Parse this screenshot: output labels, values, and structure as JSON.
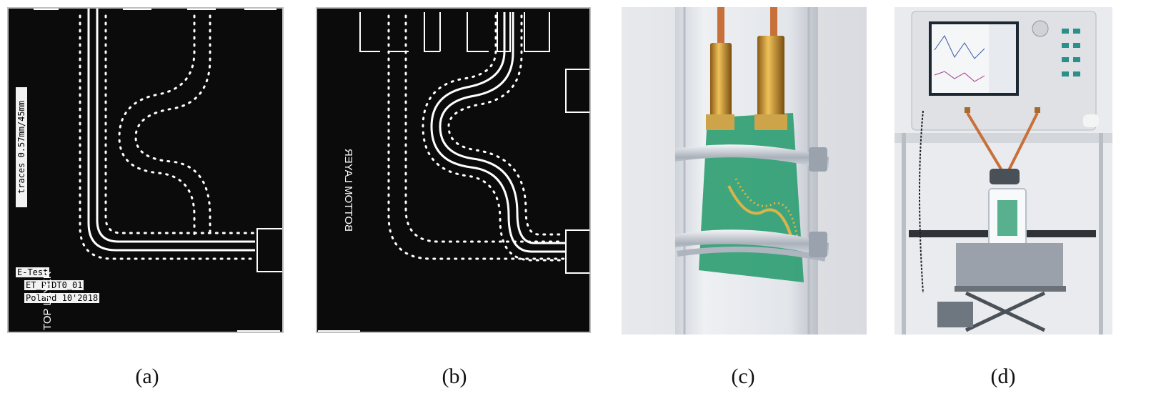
{
  "panels": [
    {
      "id": "a",
      "caption": "(a)",
      "pcb_text": {
        "traces_label": "traces 0.57mm/45mm",
        "company": "E-Test",
        "part": "ET_PTDT0_01",
        "country": "Poland",
        "date": "10'2018",
        "layer": "TOP LAYER"
      }
    },
    {
      "id": "b",
      "caption": "(b)",
      "pcb_text": {
        "layer": "BOTTOM LAYER"
      }
    },
    {
      "id": "c",
      "caption": "(c)"
    },
    {
      "id": "d",
      "caption": "(d)"
    }
  ],
  "colors": {
    "pcb_background": "#0b0b0b",
    "trace": "#ffffff",
    "copper_wire": "#c8703a",
    "brass": "#c9982f",
    "fr4_green": "#2f9e73",
    "steel": "#c8cdd3"
  }
}
